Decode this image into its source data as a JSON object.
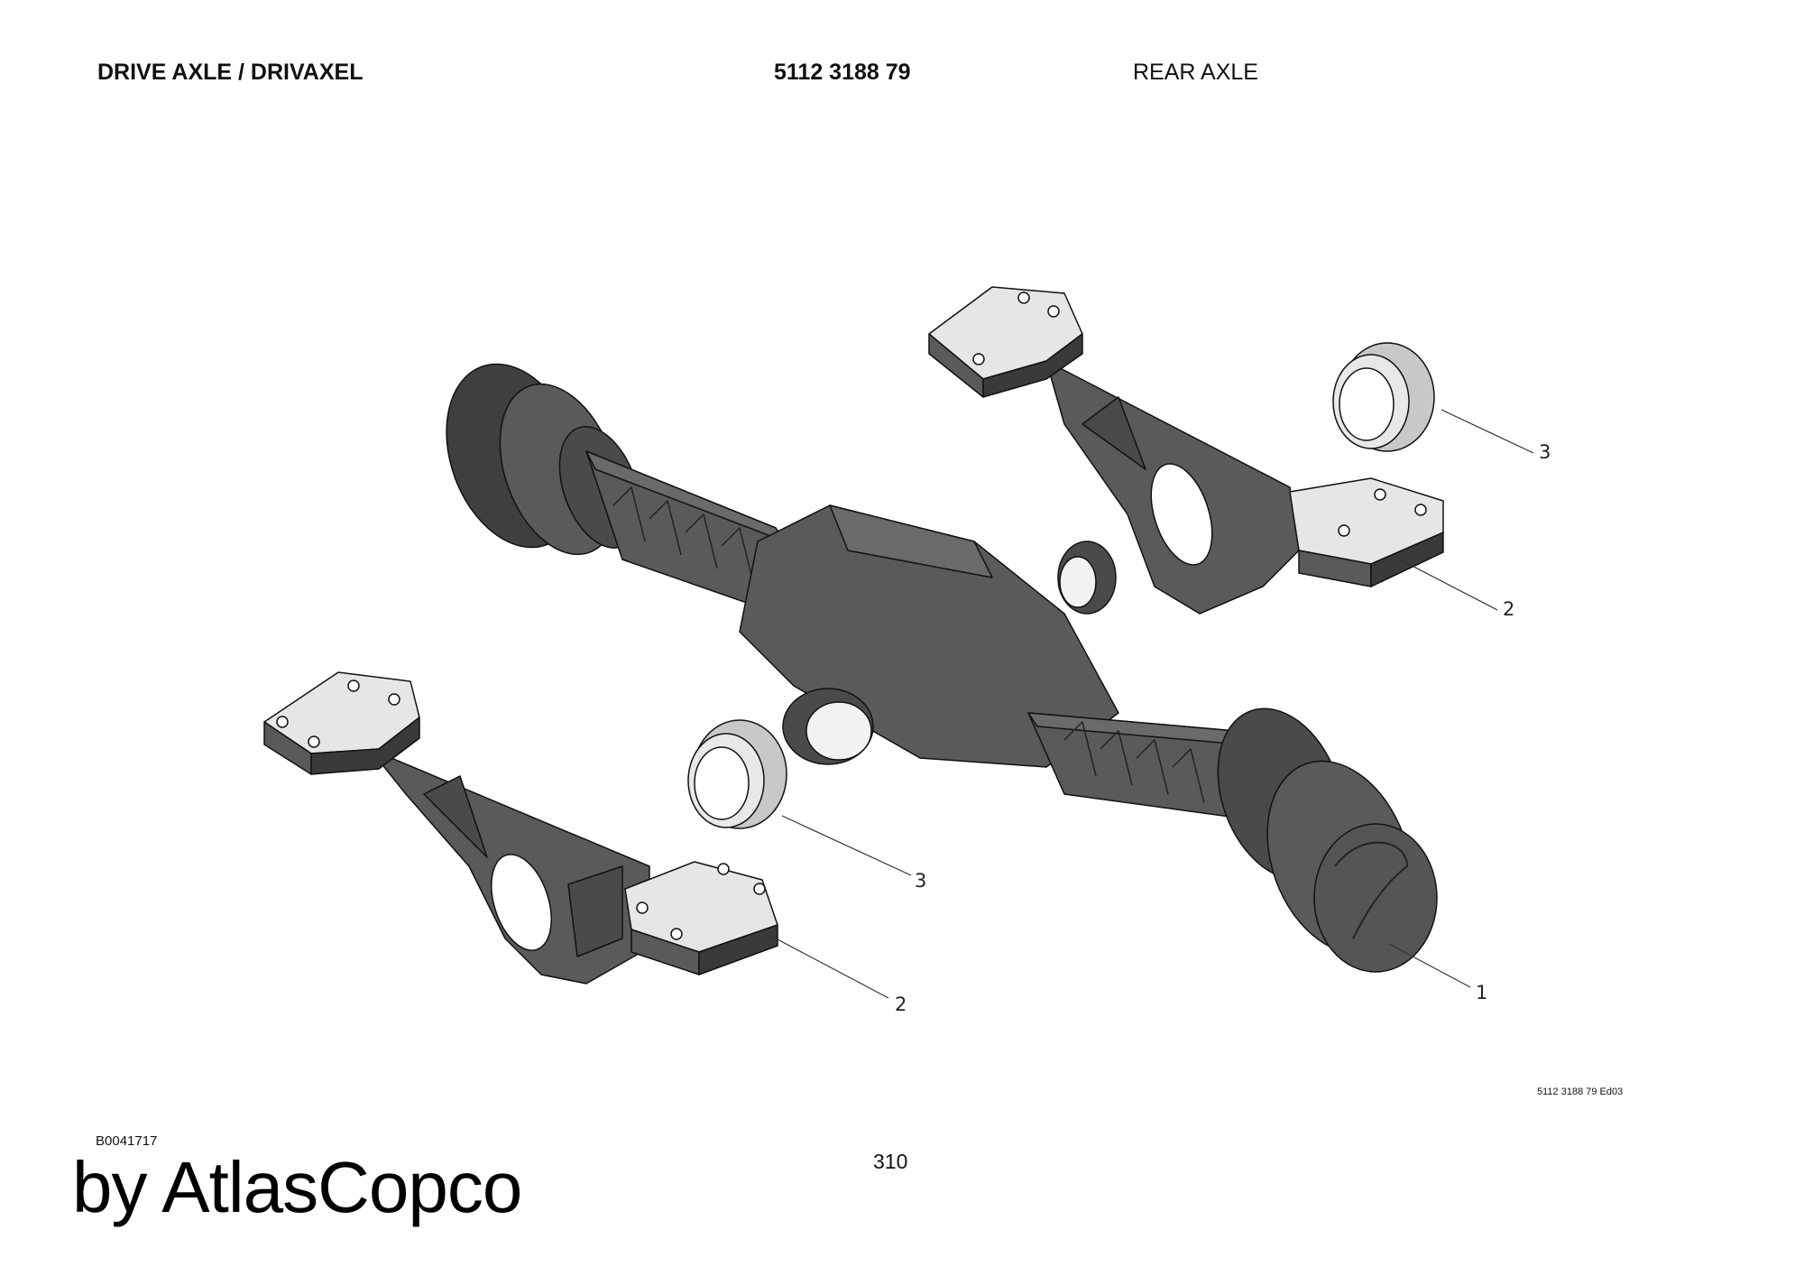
{
  "header": {
    "title": "DRIVE AXLE / DRIVAXEL",
    "part_number": "5112 3188 79",
    "section": "REAR AXLE"
  },
  "callouts": {
    "c1": "1",
    "c2a": "2",
    "c2b": "2",
    "c3a": "3",
    "c3b": "3"
  },
  "footer": {
    "edition": "5112 3188 79 Ed03",
    "figure_ref": "B0041717",
    "page_number": "310",
    "watermark": "by AtlasCopco"
  },
  "colors": {
    "part_fill": "#5a5a5a",
    "part_dark": "#3a3a3a",
    "pad_fill": "#e6e6e6",
    "ring_fill": "#c8c8c8",
    "line": "#111111"
  }
}
